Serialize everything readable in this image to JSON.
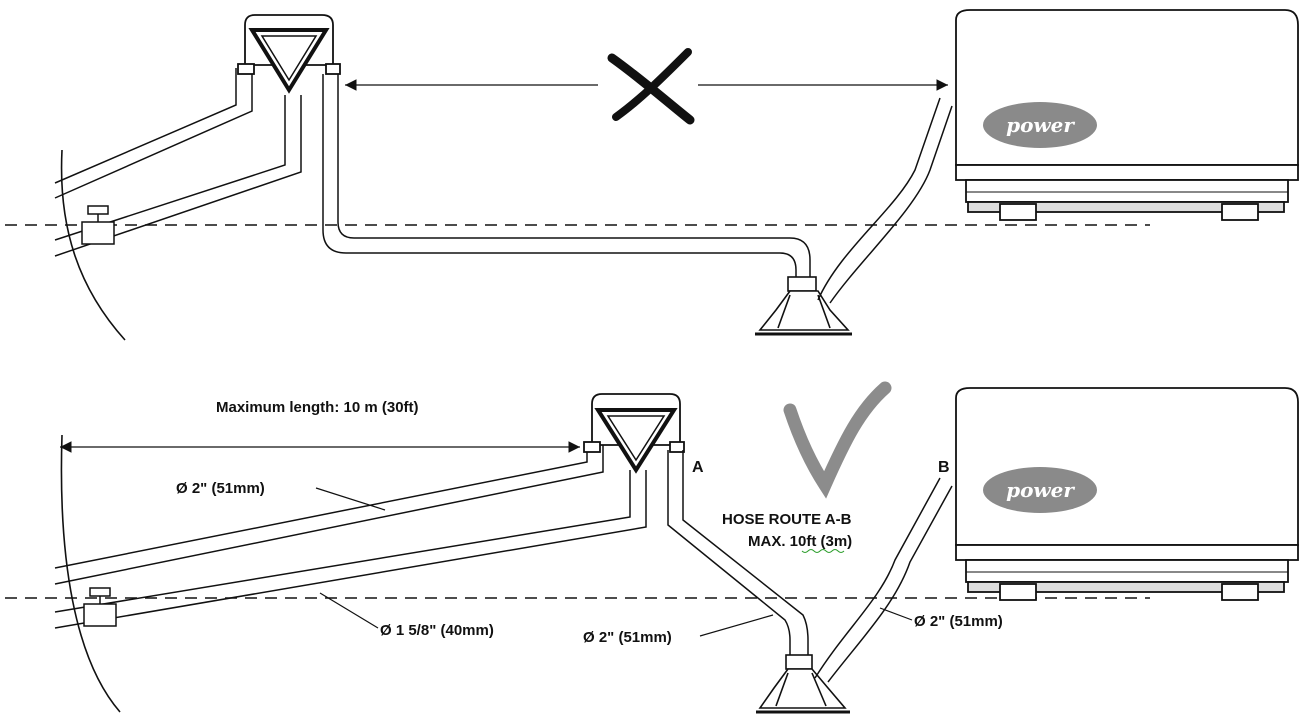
{
  "top_diagram": {
    "status_mark": "X",
    "logo_text": "power"
  },
  "bottom_diagram": {
    "status_mark": "check",
    "max_length_label": "Maximum length: 10 m (30ft)",
    "hose_route_line1": "HOSE ROUTE A-B",
    "hose_route_line2": "MAX. 10ft  (3m)",
    "point_a": "A",
    "point_b": "B",
    "dim_2in_upper": "Ø 2\" (51mm)",
    "dim_1_5_8in": "Ø 1 5/8\" (40mm)",
    "dim_2in_lower": "Ø 2\" (51mm)",
    "dim_2in_right": "Ø 2\" (51mm)",
    "logo_text": "power"
  },
  "colors": {
    "line": "#111111",
    "logo_fill": "#8a8a8a",
    "check": "#8c8c8c"
  }
}
